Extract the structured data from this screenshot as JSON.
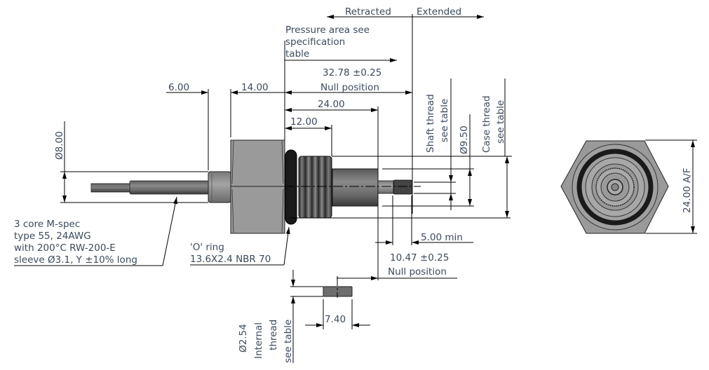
{
  "drawing": {
    "title": "Linear displacement transducer dimensional drawing",
    "stroke_labels": {
      "retracted": "Retracted",
      "extended": "Extended"
    },
    "notes": {
      "pressure_area": [
        "Pressure area see",
        "specification",
        "table"
      ],
      "cable": [
        "3 core M-spec",
        "type 55, 24AWG",
        "with 200°C RW-200-E",
        "sleeve Ø3.1, Y ±10% long"
      ],
      "o_ring": [
        "'O' ring",
        "13.6X2.4 NBR 70"
      ],
      "shaft_thread": [
        "Shaft thread",
        "see table"
      ],
      "case_thread": [
        "Case thread",
        "see table"
      ],
      "internal_thread": [
        "Ø2.54",
        "Internal",
        "thread",
        "see table"
      ]
    },
    "dimensions": {
      "null_position_body": {
        "value": "32.78 ±0.25",
        "label": "Null position"
      },
      "cable_gland": "6.00",
      "hex_length": "14.00",
      "body_length": "24.00",
      "thread_length": "12.00",
      "cable_dia": "Ø8.00",
      "shaft_dia": "Ø9.50",
      "thread_min": "5.00 min",
      "null_position_shaft": {
        "value": "10.47 ±0.25",
        "label": "Null position"
      },
      "insert_length": "7.40",
      "hex_af": "24.00 A/F"
    },
    "colors": {
      "text": "#3c4a5c",
      "line": "#000000",
      "metal_light": "#9a9a9a",
      "metal_dark": "#555555",
      "o_ring": "#1a1a1a"
    }
  }
}
